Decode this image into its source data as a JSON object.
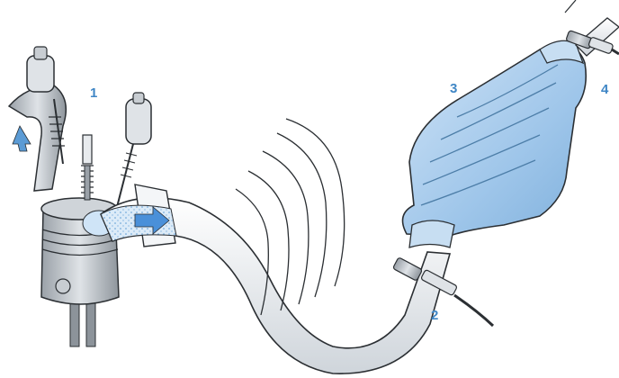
{
  "callouts": [
    {
      "label": "1"
    },
    {
      "label": "2"
    },
    {
      "label": "3"
    },
    {
      "label": "4"
    }
  ],
  "colors": {
    "callout_text": "#3f86c5",
    "catalyst_fill": "#a9cdee",
    "catalyst_stroke": "#3f6f99",
    "pipe_fill": "#eef1f4",
    "engine_metal": "#b9bfc6",
    "flow_arrow": "#4a90d9",
    "outline": "#2b2f33"
  },
  "icons": [
    "flow-arrow-icon",
    "exhaust-flow-arrow-icon"
  ]
}
